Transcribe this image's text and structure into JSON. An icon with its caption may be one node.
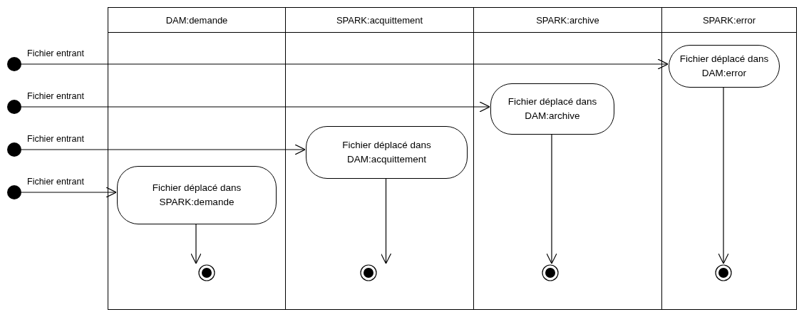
{
  "diagram": {
    "nodes": [
      {
        "text": [
          "DAM:demande"
        ]
      },
      {
        "text": [
          "SPARK:acquittement"
        ]
      },
      {
        "text": [
          "SPARK:archive"
        ]
      },
      {
        "text": [
          "SPARK:error"
        ]
      },
      {
        "text": [],
        "shape": "circle",
        "beside": [
          "Fichier entrant"
        ]
      },
      {
        "text": [],
        "shape": "circle",
        "beside": [
          "Fichier entrant"
        ]
      },
      {
        "text": [],
        "shape": "circle",
        "beside": [
          "Fichier entrant"
        ]
      },
      {
        "text": [],
        "shape": "circle",
        "beside": [
          "Fichier entrant"
        ]
      },
      {
        "text": [
          "Fichier déplacé dans DAM:error"
        ],
        "in": 3
      },
      {
        "text": [
          "Fichier déplacé dans DAM:archive"
        ],
        "in": 2
      },
      {
        "text": [
          "Fichier déplacé dans DAM:acquittement"
        ],
        "in": 1
      },
      {
        "text": [
          "Fichier déplacé dans SPARK:demande"
        ],
        "in": 0
      },
      {
        "text": [],
        "shape": "circle",
        "in": 0
      },
      {
        "text": [],
        "shape": "circle",
        "in": 1
      },
      {
        "text": [],
        "shape": "circle",
        "in": 2
      },
      {
        "text": [],
        "shape": "circle",
        "in": 3
      }
    ],
    "edges": [
      {
        "from": 4,
        "to": 8,
        "arrow": "to"
      },
      {
        "from": 5,
        "to": 9,
        "arrow": "to"
      },
      {
        "from": 6,
        "to": 10,
        "arrow": "to"
      },
      {
        "from": 7,
        "to": 11,
        "arrow": "to"
      },
      {
        "from": 11,
        "to": 12,
        "arrow": "to"
      },
      {
        "from": 10,
        "to": 13,
        "arrow": "to"
      },
      {
        "from": 9,
        "to": 14,
        "arrow": "to"
      },
      {
        "from": 8,
        "to": 15,
        "arrow": "to"
      }
    ]
  }
}
